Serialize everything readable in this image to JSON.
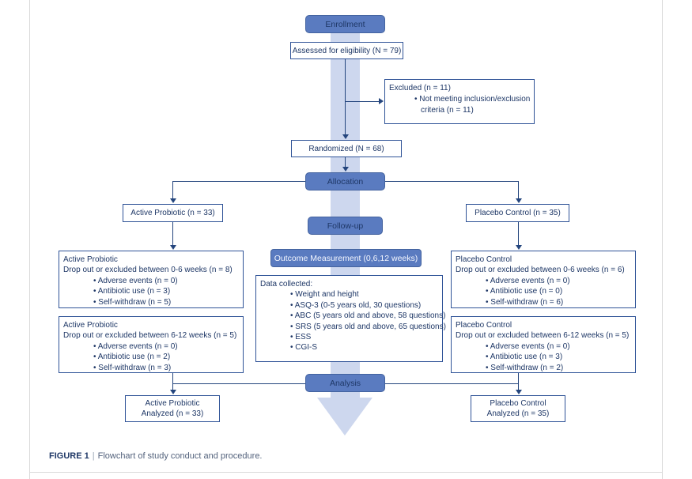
{
  "colors": {
    "stage_fill": "#5a7bc0",
    "stage_border": "#44639f",
    "box_border": "#2f5397",
    "text_navy": "#1e3766",
    "band": "#cdd7ee",
    "line": "#24457d",
    "outcome_text": "#f4f7ff",
    "caption_text_color": "#53627c",
    "frame": "#d9d9d9"
  },
  "stages": {
    "enrollment": "Enrollment",
    "allocation": "Allocation",
    "followup": "Follow-up",
    "analysis": "Analysis"
  },
  "outcome_label": "Outcome Measurement (0,6,12 weeks)",
  "top": {
    "assessed": "Assessed for eligibility (N = 79)",
    "randomized": "Randomized (N = 68)",
    "excluded": {
      "title": "Excluded (n = 11)",
      "reason": "Not meeting inclusion/exclusion",
      "reason_cont": "criteria (n = 11)"
    }
  },
  "left": {
    "group": "Active Probiotic (n = 33)",
    "dropout1": {
      "name": "Active Probiotic",
      "desc": "Drop out or excluded between 0-6 weeks (n = 8)",
      "bullets": [
        "Adverse events (n = 0)",
        "Antibiotic use (n = 3)",
        "Self-withdraw (n = 5)"
      ]
    },
    "dropout2": {
      "name": "Active Probiotic",
      "desc": "Drop out or excluded between 6-12 weeks (n = 5)",
      "bullets": [
        "Adverse events (n = 0)",
        "Antibiotic use (n = 2)",
        "Self-withdraw (n = 3)"
      ]
    },
    "analyzed": {
      "name": "Active Probiotic",
      "desc": "Analyzed (n = 33)"
    }
  },
  "right": {
    "group": "Placebo Control (n = 35)",
    "dropout1": {
      "name": "Placebo Control",
      "desc": "Drop out or excluded between 0-6 weeks (n = 6)",
      "bullets": [
        "Adverse events (n = 0)",
        "Antibiotic use (n = 0)",
        "Self-withdraw (n = 6)"
      ]
    },
    "dropout2": {
      "name": "Placebo Control",
      "desc": "Drop out or excluded between 6-12 weeks (n = 5)",
      "bullets": [
        "Adverse events (n = 0)",
        "Antibiotic use (n = 3)",
        "Self-withdraw (n = 2)"
      ]
    },
    "analyzed": {
      "name": "Placebo Control",
      "desc": "Analyzed (n = 35)"
    }
  },
  "data_collected": {
    "title": "Data collected:",
    "bullets": [
      "Weight and height",
      "ASQ-3 (0-5 years old, 30 questions)",
      "ABC (5 years old and above, 58 questions)",
      "SRS (5 years old and above, 65 questions)",
      "ESS",
      "CGI-S"
    ]
  },
  "caption": {
    "label": "FIGURE 1",
    "separator": "|",
    "text": "Flowchart of study conduct and procedure."
  }
}
